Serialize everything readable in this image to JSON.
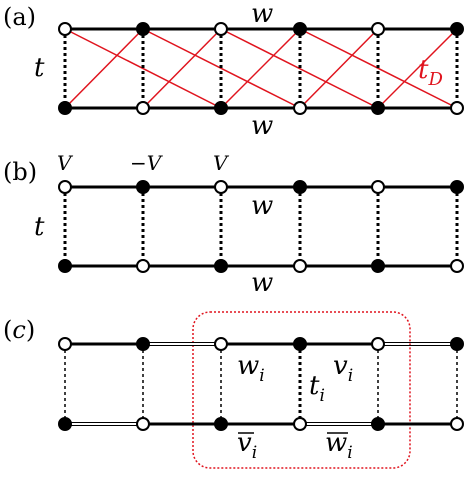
{
  "panels": {
    "a": {
      "label": "(a)",
      "t": "t",
      "w_top": "w",
      "w_bottom": "w",
      "tD_main": "t",
      "tD_sub": "D"
    },
    "b": {
      "label": "(b)",
      "t": "t",
      "v1": "V",
      "v2": "−V",
      "v3": "V",
      "w_top": "w",
      "w_bottom": "w"
    },
    "c": {
      "label_open": "(",
      "label_letter": "c",
      "label_close": ")",
      "w_main": "w",
      "w_sub": "i",
      "v_main": "v",
      "v_sub": "i",
      "t_main": "t",
      "t_sub": "i",
      "vbar_main": "v",
      "vbar_sub": "i",
      "wbar_main": "w",
      "wbar_sub": "i"
    }
  },
  "colors": {
    "line": "#000000",
    "cross": "#e0141e",
    "box": "#e0141e",
    "open_fill": "#ffffff",
    "filled": "#000000"
  }
}
